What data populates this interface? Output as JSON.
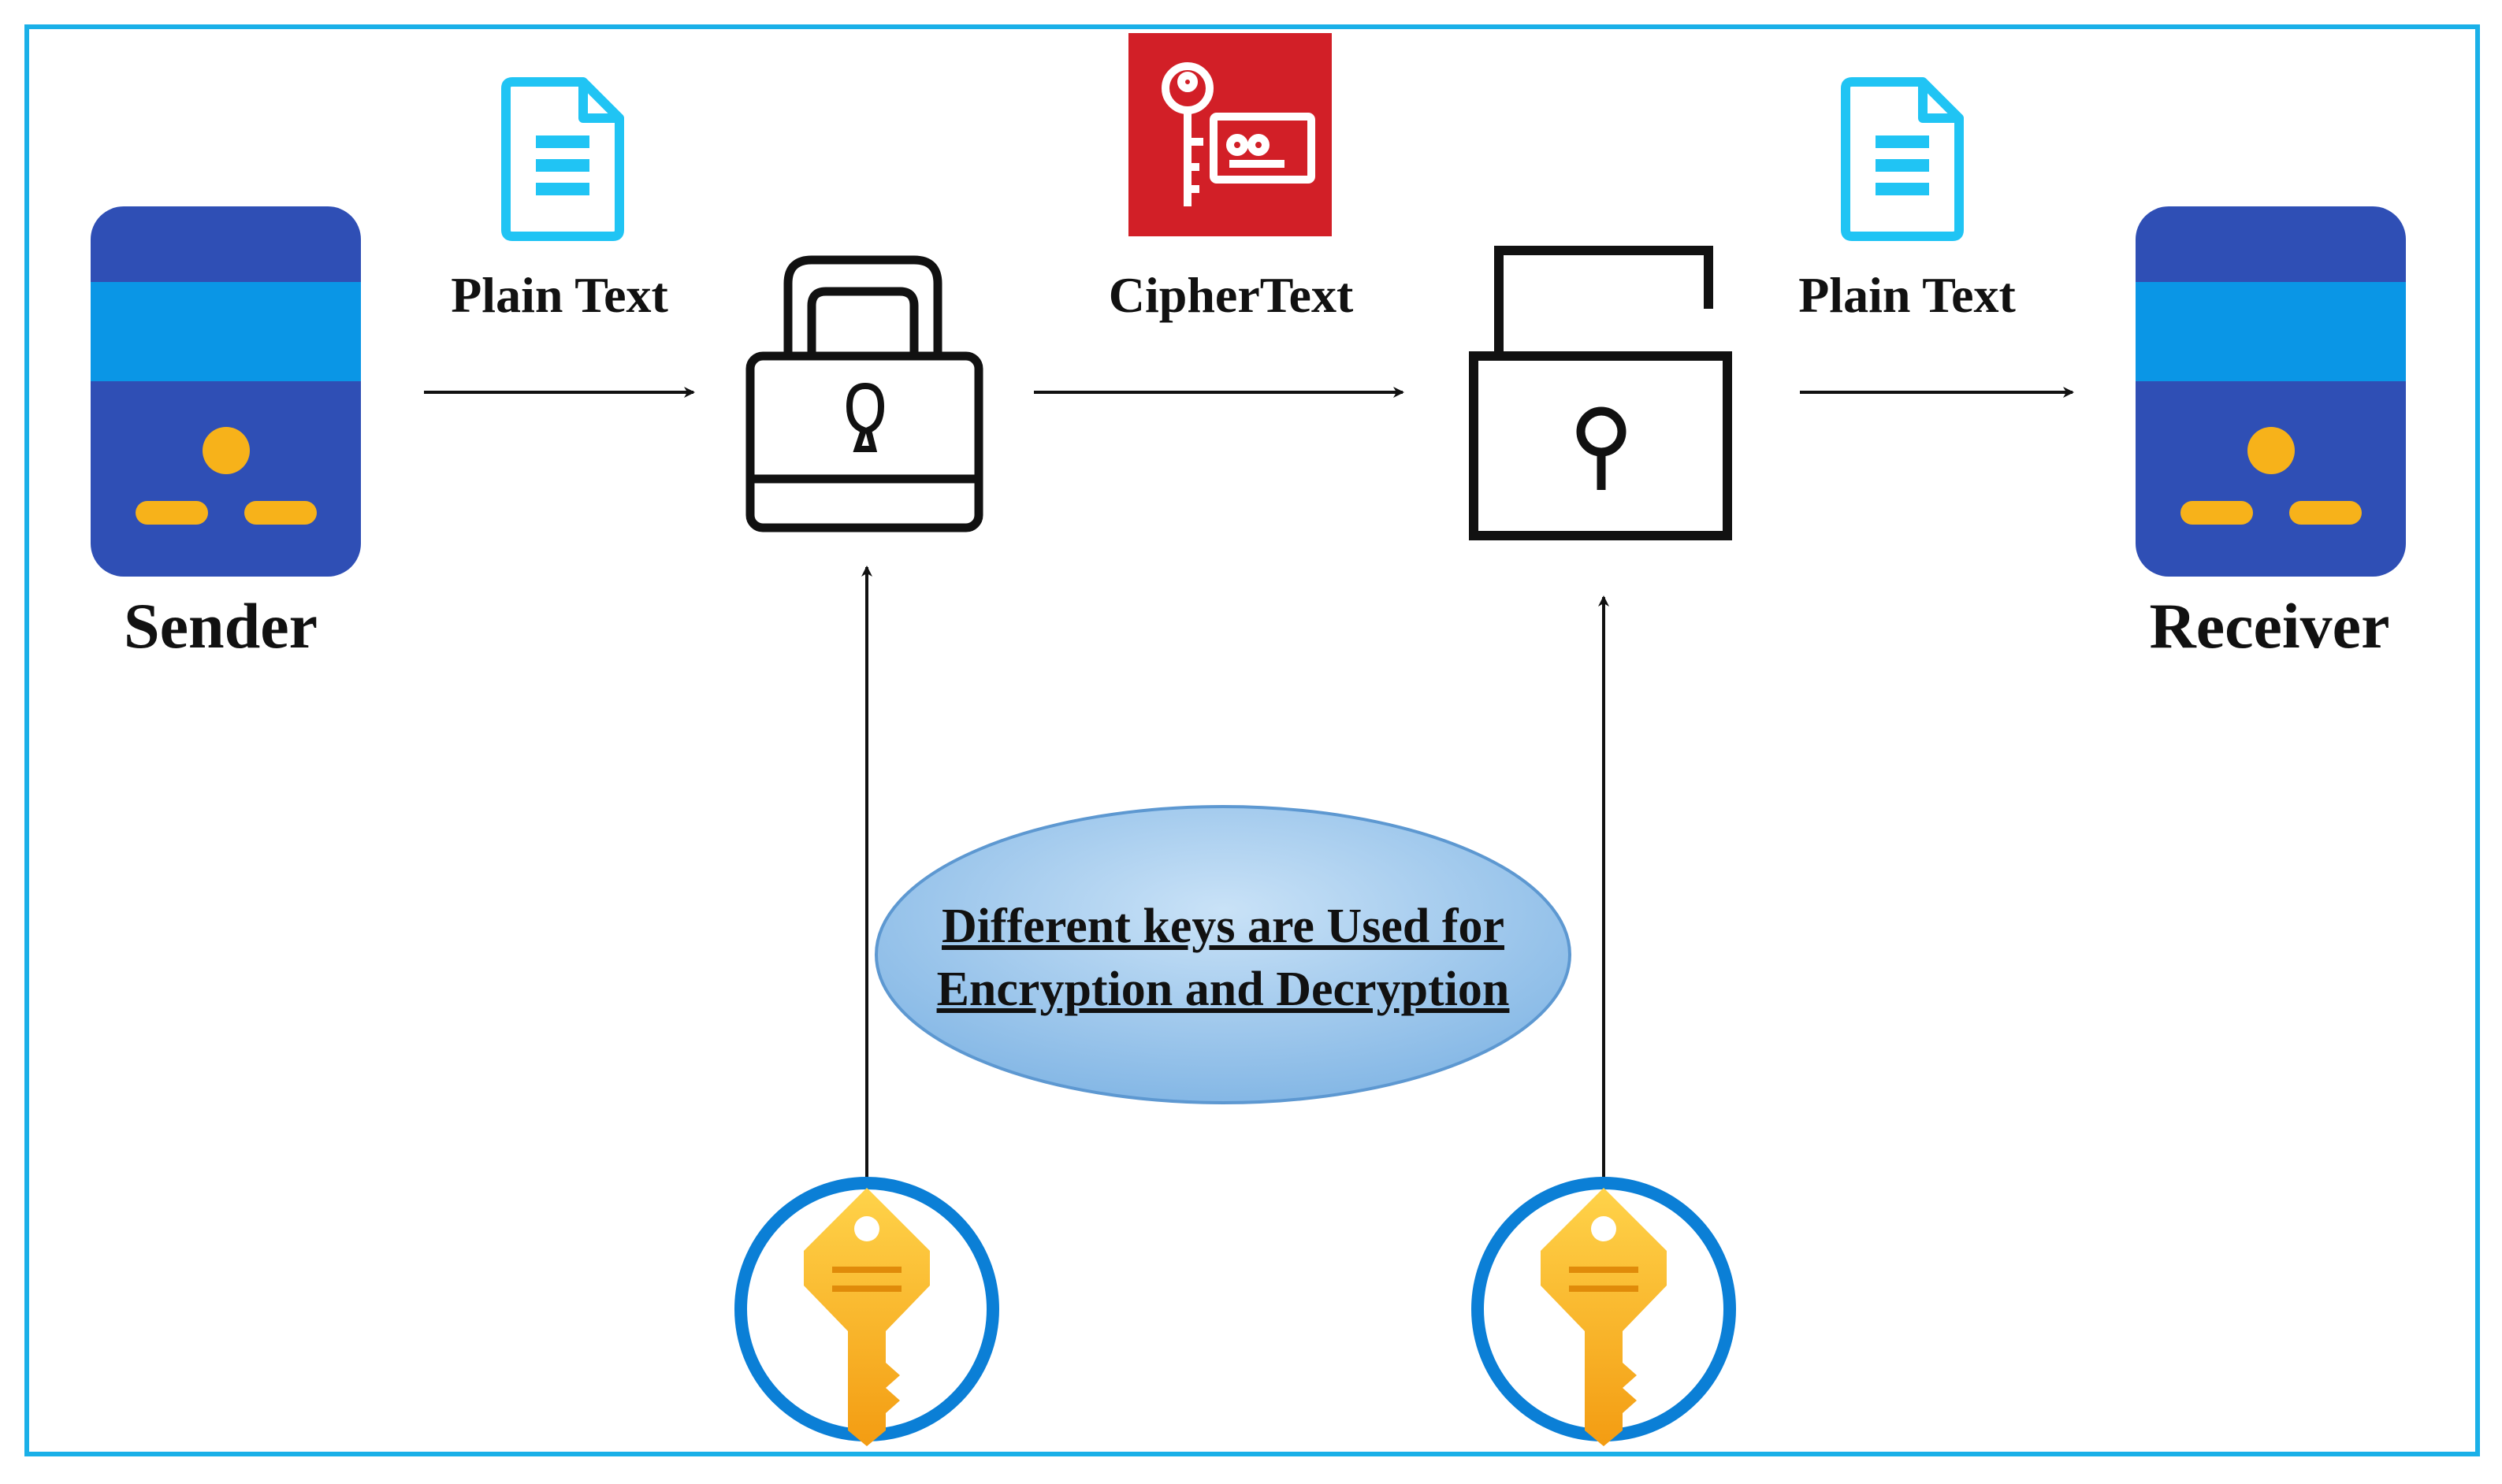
{
  "labels": {
    "sender": "Sender",
    "receiver": "Receiver",
    "plain_text_left": "Plain Text",
    "cipher_text": "CipherText",
    "plain_text_right": "Plain Text"
  },
  "note": {
    "line1": "Different keys are Used for",
    "line2": "Encryption and Decryption"
  },
  "icons": {
    "sender": "server-icon",
    "receiver": "server-icon",
    "document_left": "document-icon",
    "document_right": "document-icon",
    "key_certificate": "key-certificate-icon",
    "lock": "padlock-locked-icon",
    "unlock": "padlock-unlocked-icon",
    "key_left": "key-icon",
    "key_right": "key-icon"
  },
  "colors": {
    "frame": "#1ab0e8",
    "server_dark": "#2f4fb5",
    "server_light": "#0a96e6",
    "server_accent": "#f7b21a",
    "document": "#20c4f4",
    "key_cert_bg": "#d21f27",
    "ellipse_fill": "#9cc8ec",
    "key_ring": "#0b7fd6",
    "key_gold": "#f6b21b"
  }
}
